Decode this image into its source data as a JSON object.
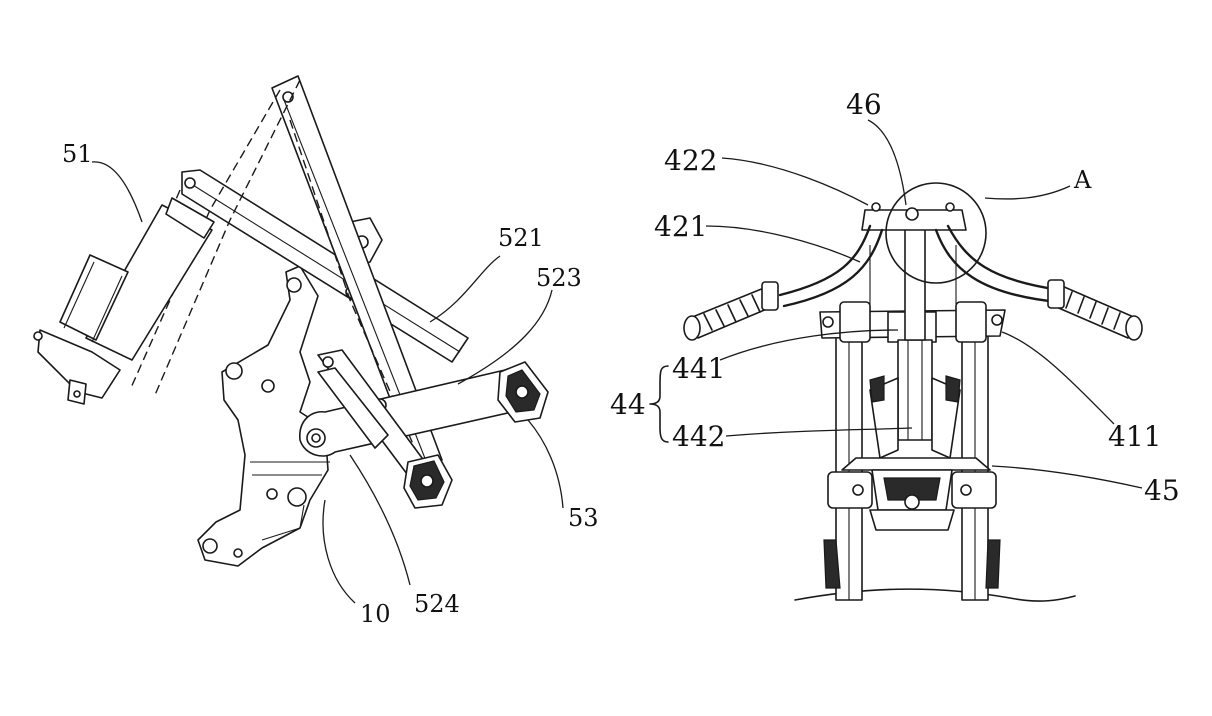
{
  "figure": {
    "left_view": {
      "labels": {
        "l51": "51",
        "l521": "521",
        "l523": "523",
        "l53": "53",
        "l524": "524",
        "l10": "10"
      }
    },
    "right_view": {
      "labels": {
        "l46": "46",
        "l422": "422",
        "lA": "A",
        "l421": "421",
        "l441": "441",
        "l44": "44",
        "l442": "442",
        "l411": "411",
        "l45": "45"
      }
    }
  }
}
